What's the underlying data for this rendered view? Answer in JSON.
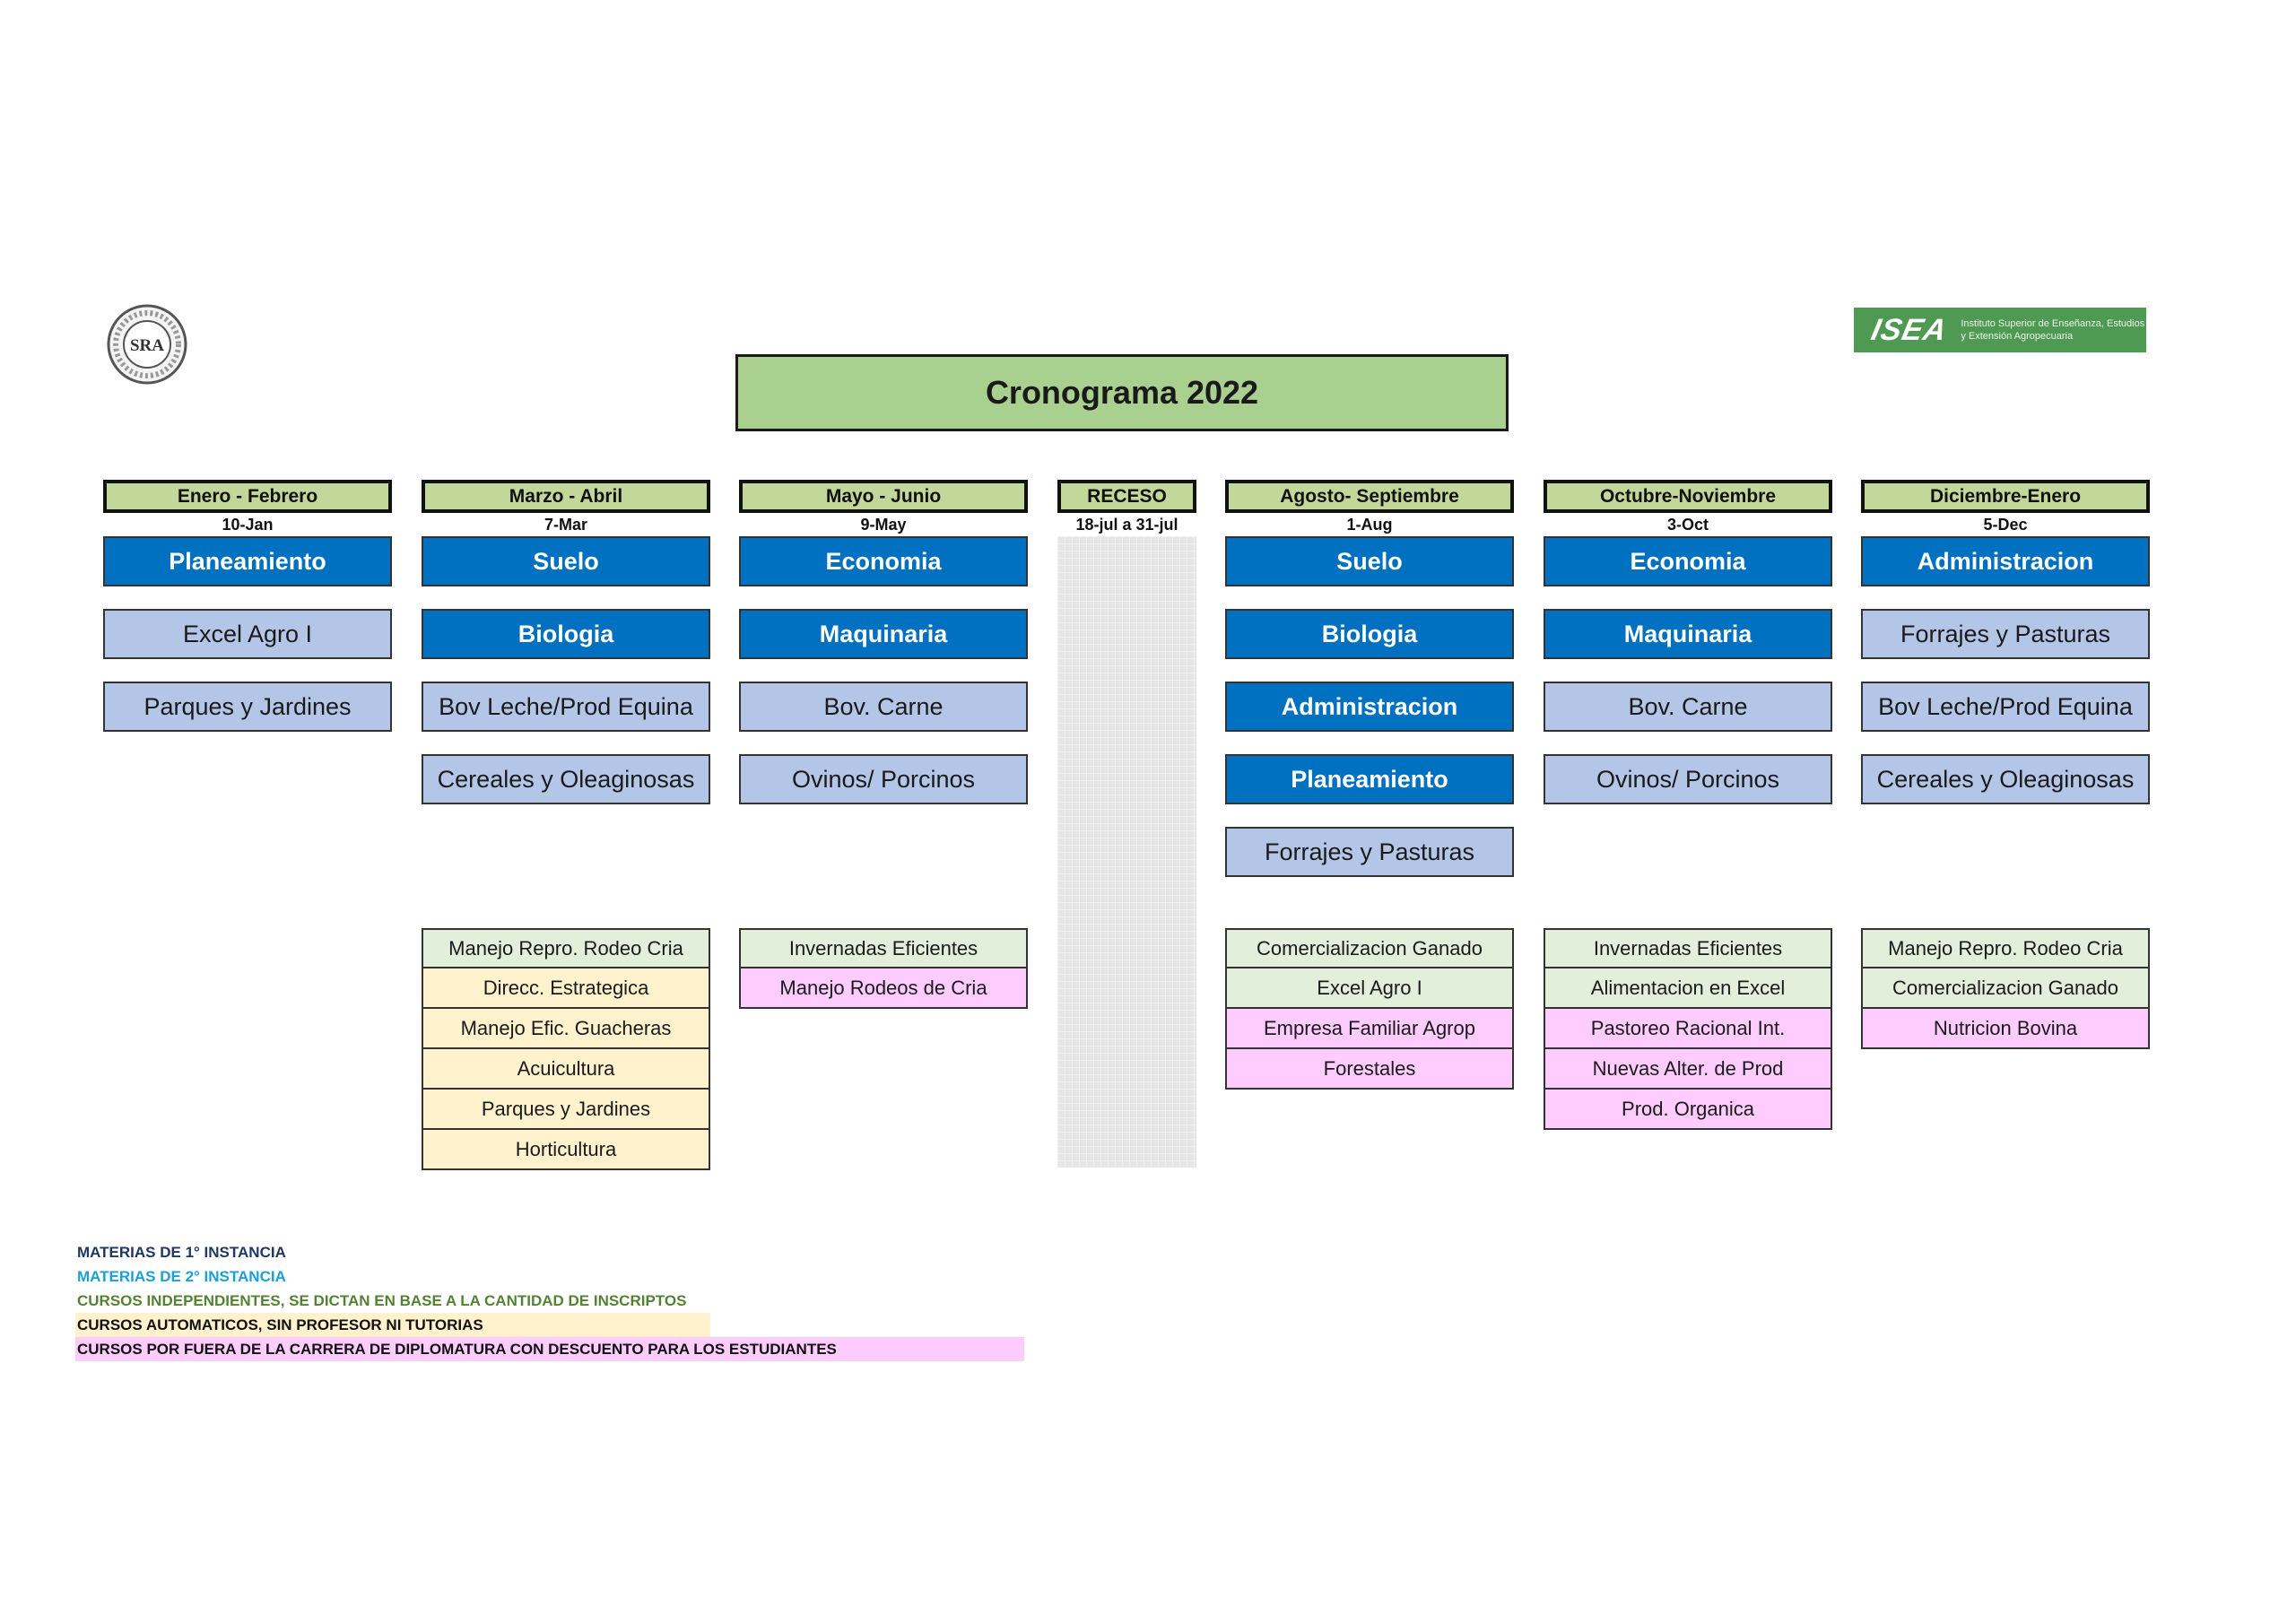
{
  "logos": {
    "left": "SRA",
    "right_mark": "ISEA",
    "right_text": "Instituto Superior de Enseñanza, Estudios y Extensión Agropecuaria"
  },
  "title": "Cronograma 2022",
  "columns": [
    {
      "period": "Enero - Febrero",
      "date": "10-Jan",
      "subjects": [
        {
          "label": "Planeamiento",
          "level": "first"
        },
        {
          "label": "Excel Agro I",
          "level": "second"
        },
        {
          "label": "Parques y Jardines",
          "level": "second"
        }
      ],
      "courses": []
    },
    {
      "period": "Marzo - Abril",
      "date": "7-Mar",
      "subjects": [
        {
          "label": "Suelo",
          "level": "first"
        },
        {
          "label": "Biologia",
          "level": "first"
        },
        {
          "label": "Bov Leche/Prod Equina",
          "level": "second"
        },
        {
          "label": "Cereales y Oleaginosas",
          "level": "second"
        }
      ],
      "courses": [
        {
          "label": "Manejo Repro. Rodeo Cria",
          "type": "indep"
        },
        {
          "label": "Direcc. Estrategica",
          "type": "auto"
        },
        {
          "label": "Manejo Efic. Guacheras",
          "type": "auto"
        },
        {
          "label": "Acuicultura",
          "type": "auto"
        },
        {
          "label": "Parques y Jardines",
          "type": "auto"
        },
        {
          "label": "Horticultura",
          "type": "auto"
        }
      ]
    },
    {
      "period": "Mayo - Junio",
      "date": "9-May",
      "subjects": [
        {
          "label": "Economia",
          "level": "first"
        },
        {
          "label": "Maquinaria",
          "level": "first"
        },
        {
          "label": "Bov. Carne",
          "level": "second"
        },
        {
          "label": "Ovinos/ Porcinos",
          "level": "second"
        }
      ],
      "courses": [
        {
          "label": "Invernadas Eficientes",
          "type": "indep"
        },
        {
          "label": "Manejo Rodeos de Cria",
          "type": "outside"
        }
      ]
    },
    {
      "period": "RECESO",
      "date": "18-jul a 31-jul",
      "recess": true
    },
    {
      "period": "Agosto- Septiembre",
      "date": "1-Aug",
      "subjects": [
        {
          "label": "Suelo",
          "level": "first"
        },
        {
          "label": "Biologia",
          "level": "first"
        },
        {
          "label": "Administracion",
          "level": "first"
        },
        {
          "label": "Planeamiento",
          "level": "first"
        },
        {
          "label": "Forrajes y Pasturas",
          "level": "second"
        }
      ],
      "courses": [
        {
          "label": "Comercializacion Ganado",
          "type": "indep"
        },
        {
          "label": "Excel Agro I",
          "type": "indep"
        },
        {
          "label": "Empresa Familiar Agrop",
          "type": "outside"
        },
        {
          "label": "Forestales",
          "type": "outside"
        }
      ]
    },
    {
      "period": "Octubre-Noviembre",
      "date": "3-Oct",
      "subjects": [
        {
          "label": "Economia",
          "level": "first"
        },
        {
          "label": "Maquinaria",
          "level": "first"
        },
        {
          "label": "Bov. Carne",
          "level": "second"
        },
        {
          "label": "Ovinos/ Porcinos",
          "level": "second"
        }
      ],
      "courses": [
        {
          "label": "Invernadas Eficientes",
          "type": "indep"
        },
        {
          "label": "Alimentacion en Excel",
          "type": "indep"
        },
        {
          "label": "Pastoreo Racional Int.",
          "type": "outside"
        },
        {
          "label": "Nuevas Alter. de Prod",
          "type": "outside"
        },
        {
          "label": "Prod. Organica",
          "type": "outside"
        }
      ]
    },
    {
      "period": "Diciembre-Enero",
      "date": "5-Dec",
      "subjects": [
        {
          "label": "Administracion",
          "level": "first"
        },
        {
          "label": "Forrajes y Pasturas",
          "level": "second"
        },
        {
          "label": "Bov Leche/Prod Equina",
          "level": "second"
        },
        {
          "label": "Cereales y Oleaginosas",
          "level": "second"
        }
      ],
      "courses": [
        {
          "label": "Manejo Repro. Rodeo Cria",
          "type": "indep"
        },
        {
          "label": "Comercializacion Ganado",
          "type": "indep"
        },
        {
          "label": "Nutricion Bovina",
          "type": "outside"
        }
      ]
    }
  ],
  "legend": {
    "first": "MATERIAS DE 1° INSTANCIA",
    "second": "MATERIAS DE 2° INSTANCIA",
    "indep": "CURSOS INDEPENDIENTES, SE DICTAN EN BASE A LA CANTIDAD DE INSCRIPTOS",
    "auto": "CURSOS AUTOMATICOS, SIN PROFESOR NI TUTORIAS",
    "outside": "CURSOS POR FUERA DE LA CARRERA DE DIPLOMATURA CON DESCUENTO PARA LOS ESTUDIANTES"
  },
  "colors": {
    "first": "#0070c0",
    "second": "#b4c6e7",
    "indep": "#e2efda",
    "auto": "#fff2cc",
    "outside": "#ffccff",
    "title_bg": "#a9d08e",
    "period_bg": "#c4d79b",
    "recess": "#e6e6e6"
  }
}
